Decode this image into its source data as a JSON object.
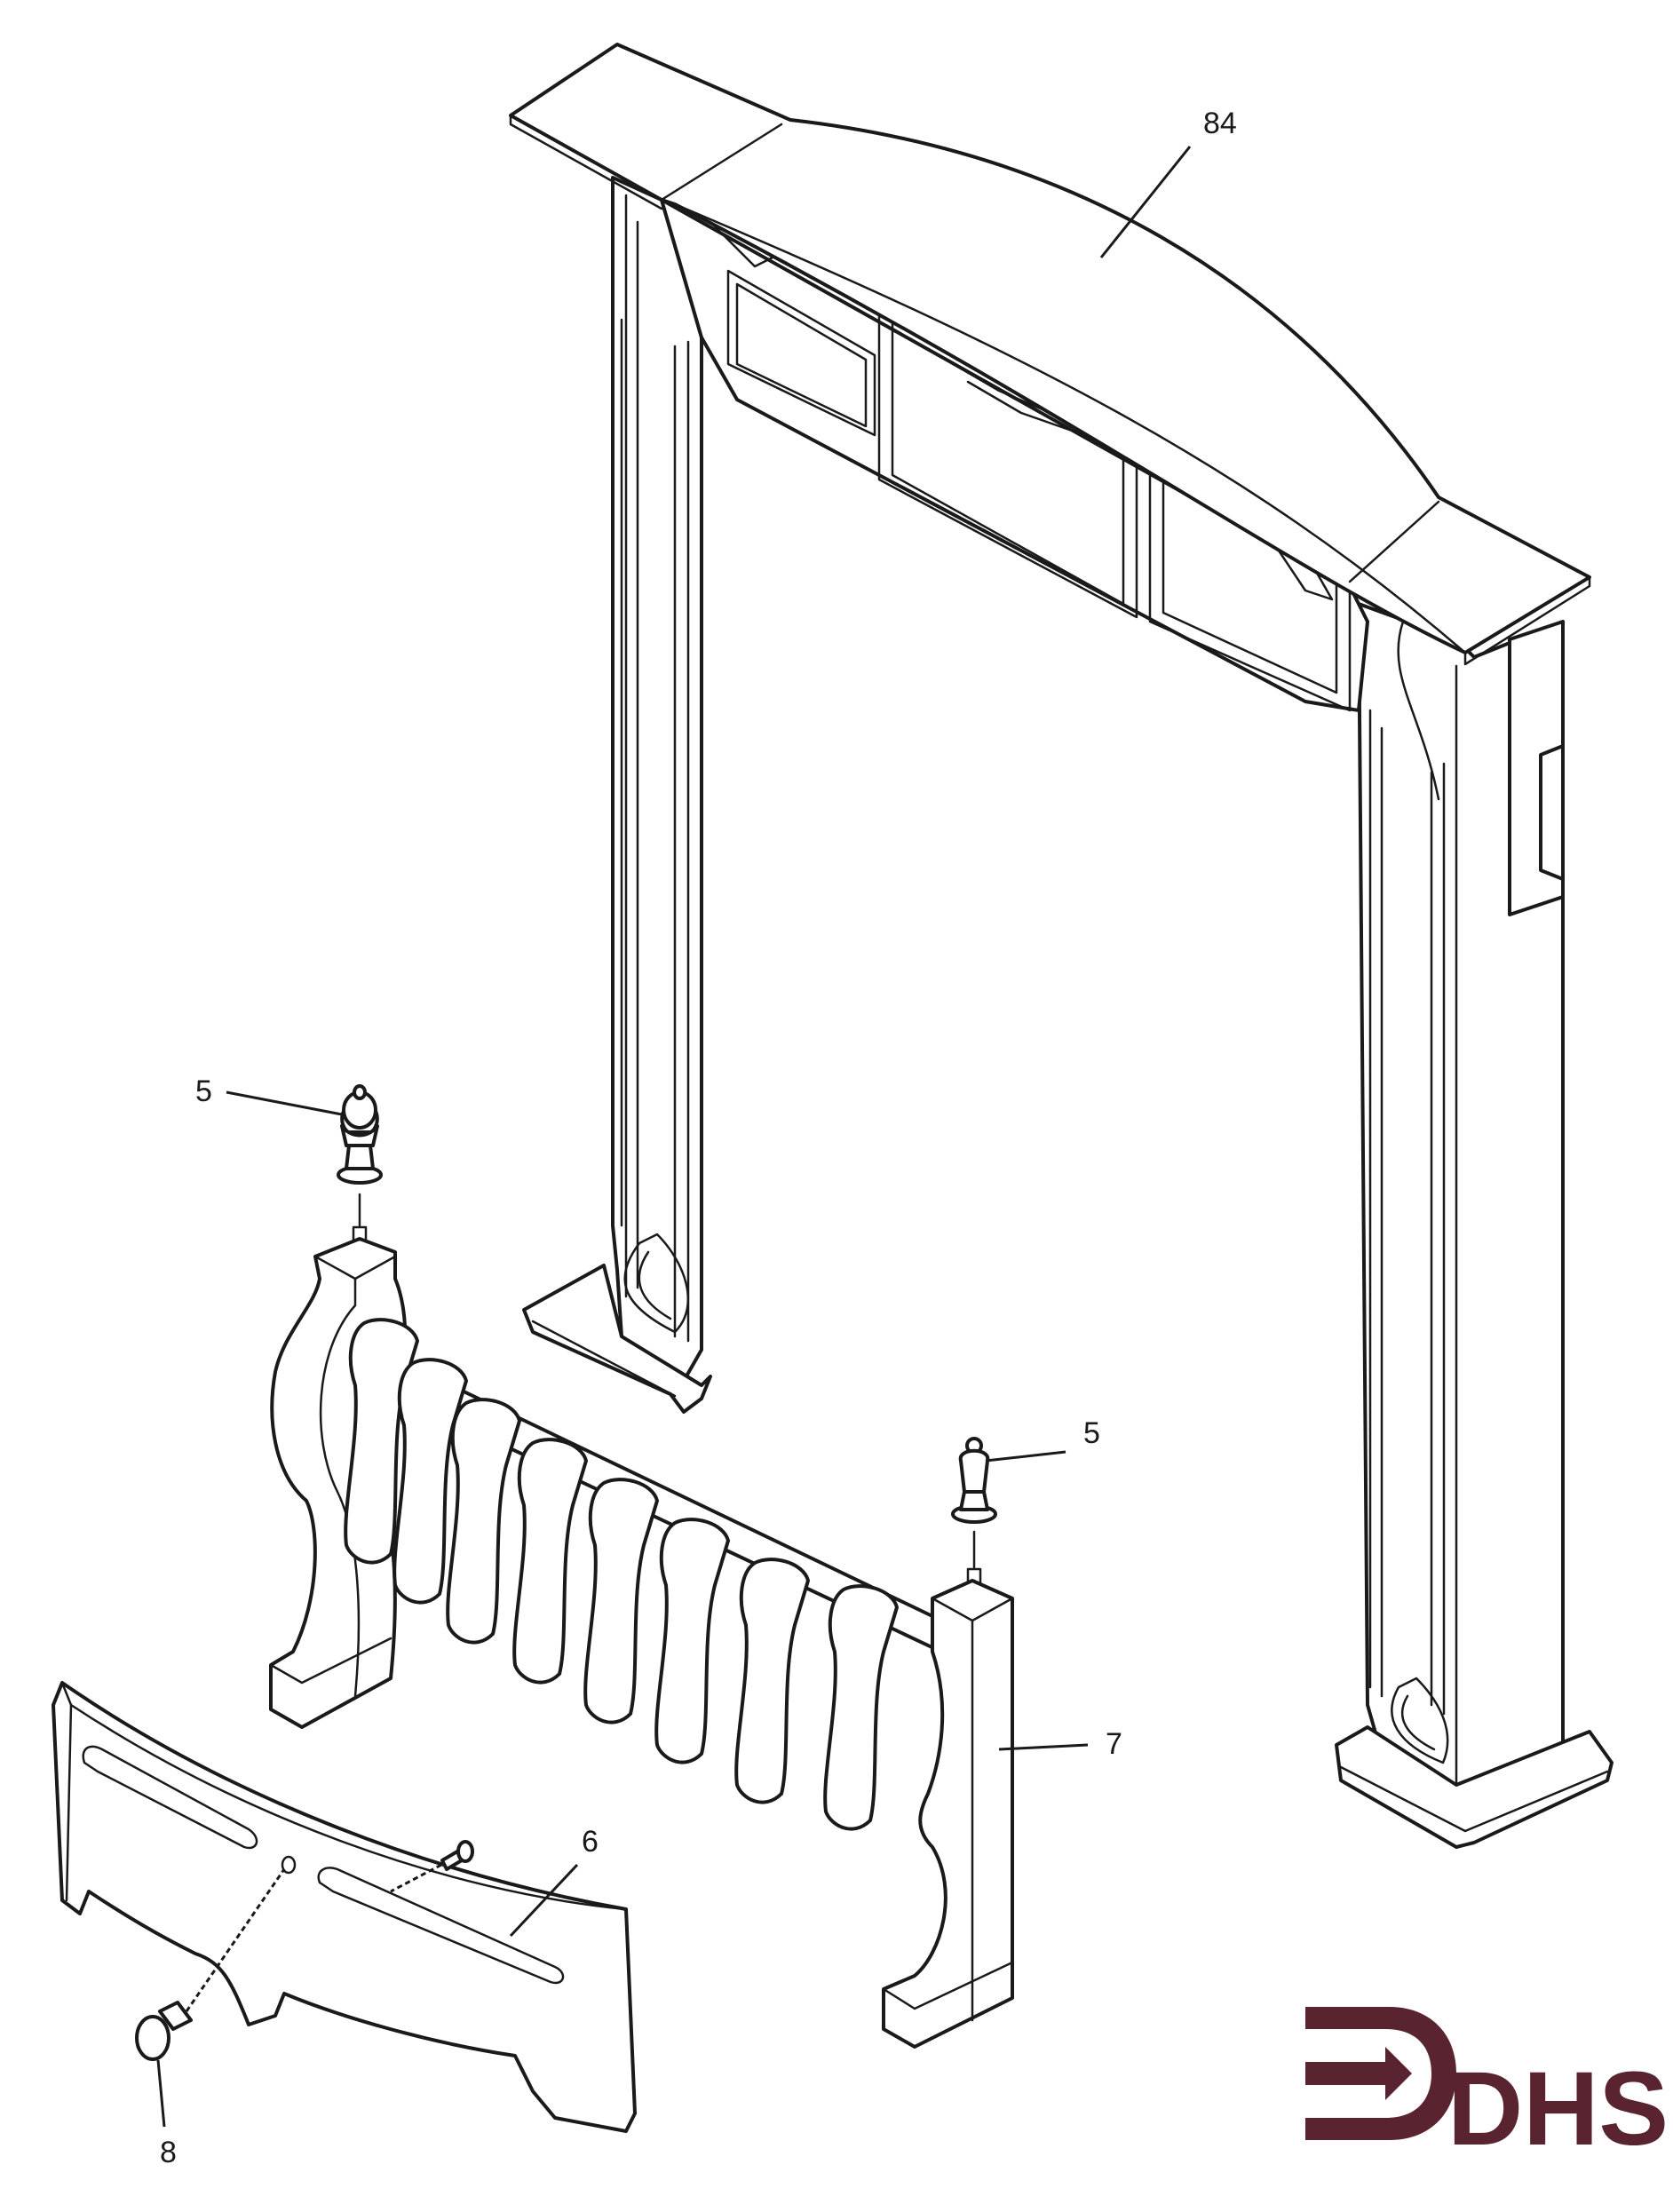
{
  "callouts": [
    {
      "id": "84",
      "label": "84"
    },
    {
      "id": "5a",
      "label": "5"
    },
    {
      "id": "5b",
      "label": "5"
    },
    {
      "id": "7",
      "label": "7"
    },
    {
      "id": "6",
      "label": "6"
    },
    {
      "id": "8",
      "label": "8"
    }
  ],
  "logo": {
    "text": "DHS",
    "color": "#5a2330"
  },
  "colors": {
    "ink": "#1a1a1a",
    "paper": "#ffffff"
  }
}
